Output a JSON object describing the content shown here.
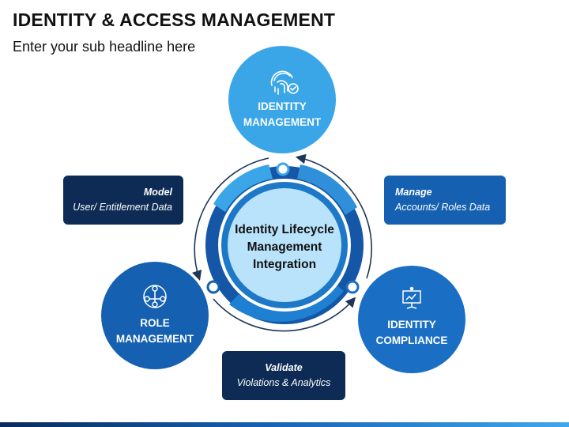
{
  "header": {
    "title": "IDENTITY & ACCESS MANAGEMENT",
    "subtitle": "Enter your sub headline here"
  },
  "center": {
    "label": "Identity Lifecycle Management Integration"
  },
  "nodes": {
    "identity_management": {
      "line1": "IDENTITY",
      "line2": "MANAGEMENT",
      "icon": "fingerprint-check-icon",
      "color": "#3aa6e8"
    },
    "role_management": {
      "line1": "ROLE",
      "line2": "MANAGEMENT",
      "icon": "role-network-icon",
      "color": "#1560b0"
    },
    "identity_compliance": {
      "line1": "IDENTITY",
      "line2": "COMPLIANCE",
      "icon": "compliance-board-icon",
      "color": "#1a6fc4"
    }
  },
  "boxes": {
    "model": {
      "head": "Model",
      "text": "User/ Entitlement Data",
      "color": "#0d2b55"
    },
    "manage": {
      "head": "Manage",
      "text": "Accounts/ Roles Data",
      "color": "#1560b0"
    },
    "validate": {
      "head": "Validate",
      "text": "Violations & Analytics",
      "color": "#0d2b55"
    }
  },
  "colors": {
    "ring_dark": "#1556a6",
    "ring_light": "#3aa6e8",
    "center_fill": "#b9e3fb",
    "arrow": "#1d3557"
  }
}
